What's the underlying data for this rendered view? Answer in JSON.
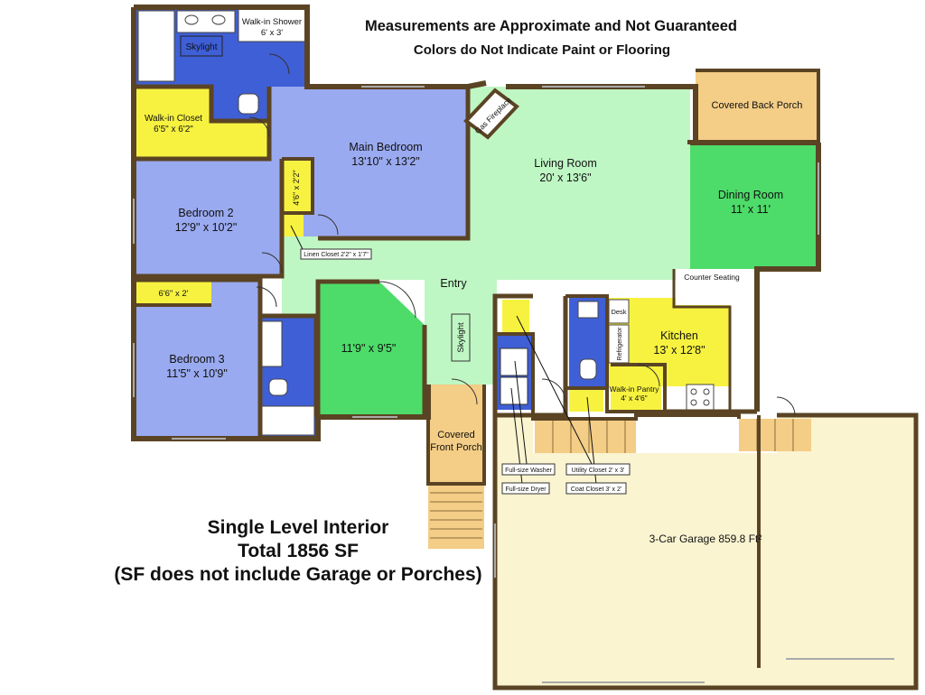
{
  "header": {
    "line1": "Measurements are Approximate and Not Guaranteed",
    "line2": "Colors do Not Indicate Paint or Flooring"
  },
  "summary": {
    "line1": "Single Level Interior",
    "line2": "Total 1856 SF",
    "line3": "(SF does not include Garage or Porches)"
  },
  "rooms": {
    "walkin_shower": {
      "name": "Walk-in Shower",
      "size": "6' x 3'"
    },
    "skylight_bath": "Skylight",
    "walkin_closet": {
      "name": "Walk-in Closet",
      "size": "6'5\" x 6'2\""
    },
    "main_bedroom": {
      "name": "Main Bedroom",
      "size": "13'10\" x 13'2\""
    },
    "gas_fireplace": "Gas Fireplace",
    "living_room": {
      "name": "Living Room",
      "size": "20' x 13'6\""
    },
    "covered_back_porch": "Covered Back Porch",
    "dining_room": {
      "name": "Dining Room",
      "size": "11' x 11'"
    },
    "closet_4x2": "4'6\" x 2'2\"",
    "bedroom2": {
      "name": "Bedroom 2",
      "size": "12'9\" x 10'2\""
    },
    "linen_closet": "Linen Closet 2'2\" x 1'7\"",
    "entry": "Entry",
    "counter_seating": "Counter Seating",
    "desk": "Desk",
    "refrigerator": "Refrigerator",
    "kitchen": {
      "name": "Kitchen",
      "size": "13' x 12'8\""
    },
    "walkin_pantry": {
      "name": "Walk-in Pantry",
      "size": "4' x 4'6\""
    },
    "closet_6x2": "6'6\" x 2'",
    "bedroom3": {
      "name": "Bedroom 3",
      "size": "11'5\" x 10'9\""
    },
    "office": "11'9\" x 9'5\"",
    "skylight_hall": "Skylight",
    "covered_front_porch": {
      "line1": "Covered",
      "line2": "Front Porch"
    },
    "washer": "Full-size Washer",
    "dryer": "Full-size Dryer",
    "utility_closet": "Utility Closet 2' x 3'",
    "coat_closet": "Coat Closet 3' x 2'",
    "garage": "3-Car Garage 859.8 Ft²"
  },
  "colors": {
    "wall": "#5a4424",
    "blue": "#3f5fd6",
    "periwinkle": "#9aaaf0",
    "yellow": "#f7f240",
    "mint": "#bff7c4",
    "green": "#4ddc69",
    "tan": "#f4cd86",
    "garage": "#fbf4d1"
  }
}
